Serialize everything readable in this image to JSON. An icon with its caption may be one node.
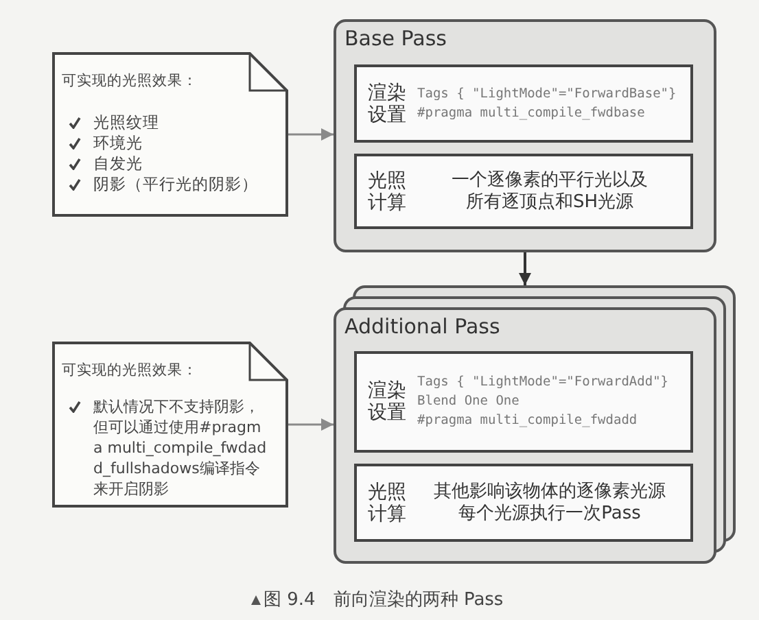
{
  "diagram": {
    "caption": "图 9.4　前向渲染的两种 Pass",
    "nodes": [
      {
        "text": [
          "可实现的光照效果：",
          "光照纹理",
          "环境光",
          "自发光",
          "阴影（平行光的阴影）"
        ]
      },
      {
        "text": [
          "Base Pass"
        ]
      },
      {
        "text": [
          "渲染设置",
          "Tags { \"LightMode\"=\"ForwardBase\"}",
          "#pragma multi_compile_fwdbase"
        ],
        "in": 1
      },
      {
        "text": [
          "光照计算",
          "一个逐像素的平行光以及所有逐顶点和SH光源"
        ],
        "in": 1
      },
      {
        "text": [
          "可实现的光照效果：",
          "默认情况下不支持阴影，但可以通过使用#pragma multi_compile_fwdadd_fullshadows编译指令来开启阴影"
        ]
      },
      {
        "text": [
          "Additional Pass"
        ]
      },
      {
        "text": [
          "渲染设置",
          "Tags { \"LightMode\"=\"ForwardAdd\"}",
          "Blend One One",
          "#pragma multi_compile_fwdadd"
        ],
        "in": 5
      },
      {
        "text": [
          "光照计算",
          "其他影响该物体的逐像素光源每个光源执行一次Pass"
        ],
        "in": 5
      }
    ],
    "edges": [
      {
        "from": 0,
        "to": 1,
        "arrow": "to"
      },
      {
        "from": 1,
        "to": 5,
        "arrow": "to",
        "color": "#333333"
      },
      {
        "from": 4,
        "to": 5,
        "arrow": "to"
      }
    ]
  }
}
